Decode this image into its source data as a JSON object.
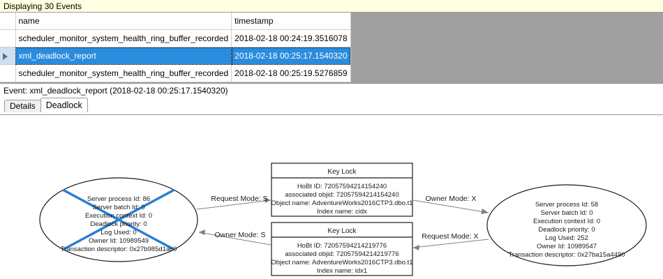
{
  "banner": {
    "text": "Displaying 30 Events"
  },
  "grid": {
    "columns": [
      "name",
      "timestamp"
    ],
    "rows": [
      {
        "name": "scheduler_monitor_system_health_ring_buffer_recorded",
        "timestamp": "2018-02-18 00:24:19.3516078",
        "selected": false
      },
      {
        "name": "xml_deadlock_report",
        "timestamp": "2018-02-18 00:25:17.1540320",
        "selected": true
      },
      {
        "name": "scheduler_monitor_system_health_ring_buffer_recorded",
        "timestamp": "2018-02-18 00:25:19.5276859",
        "selected": false
      }
    ],
    "row_selector_icon": "right-triangle-icon"
  },
  "event_caption": {
    "text": "Event: xml_deadlock_report (2018-02-18 00:25:17.1540320)"
  },
  "tabs": [
    {
      "label": "Details",
      "active": false
    },
    {
      "label": "Deadlock",
      "active": true
    }
  ],
  "deadlock": {
    "victim_marker": "blue-cross-victim-icon",
    "processes": [
      {
        "id": "process-left",
        "victim": true,
        "lines": [
          "Server process Id: 86",
          "Server batch Id: 0",
          "Execution context Id: 0",
          "Deadlock priority: 0",
          "Log Used: 0",
          "Owner Id: 10989549",
          "Transaction descriptor: 0x27b985d1ac0"
        ]
      },
      {
        "id": "process-right",
        "victim": false,
        "lines": [
          "Server process Id: 58",
          "Server batch Id: 0",
          "Execution context Id: 0",
          "Deadlock priority: 0",
          "Log Used: 252",
          "Owner Id: 10989547",
          "Transaction descriptor: 0x27ba15a4490"
        ]
      }
    ],
    "resources": [
      {
        "id": "key-lock-top",
        "title": "Key Lock",
        "lines": [
          "HoBt ID: 72057594214154240",
          "associated objid: 72057594214154240",
          "Object name: AdventureWorks2016CTP3.dbo.t1",
          "Index name: cidx"
        ]
      },
      {
        "id": "key-lock-bottom",
        "title": "Key Lock",
        "lines": [
          "HoBt ID: 72057594214219776",
          "associated objid: 72057594214219776",
          "Object name: AdventureWorks2016CTP3.dbo.t1",
          "Index name: idx1"
        ]
      }
    ],
    "edges": [
      {
        "id": "edge-request-s",
        "label": "Request Mode: S"
      },
      {
        "id": "edge-owner-x",
        "label": "Owner Mode: X"
      },
      {
        "id": "edge-owner-s",
        "label": "Owner Mode: S"
      },
      {
        "id": "edge-request-x",
        "label": "Request Mode: X"
      }
    ]
  },
  "colors": {
    "banner_bg": "#FFFFE1",
    "selection_blue": "#2a8cdd",
    "victim_cross": "#2a7fd4",
    "grid_backdrop": "#a0a0a0"
  }
}
